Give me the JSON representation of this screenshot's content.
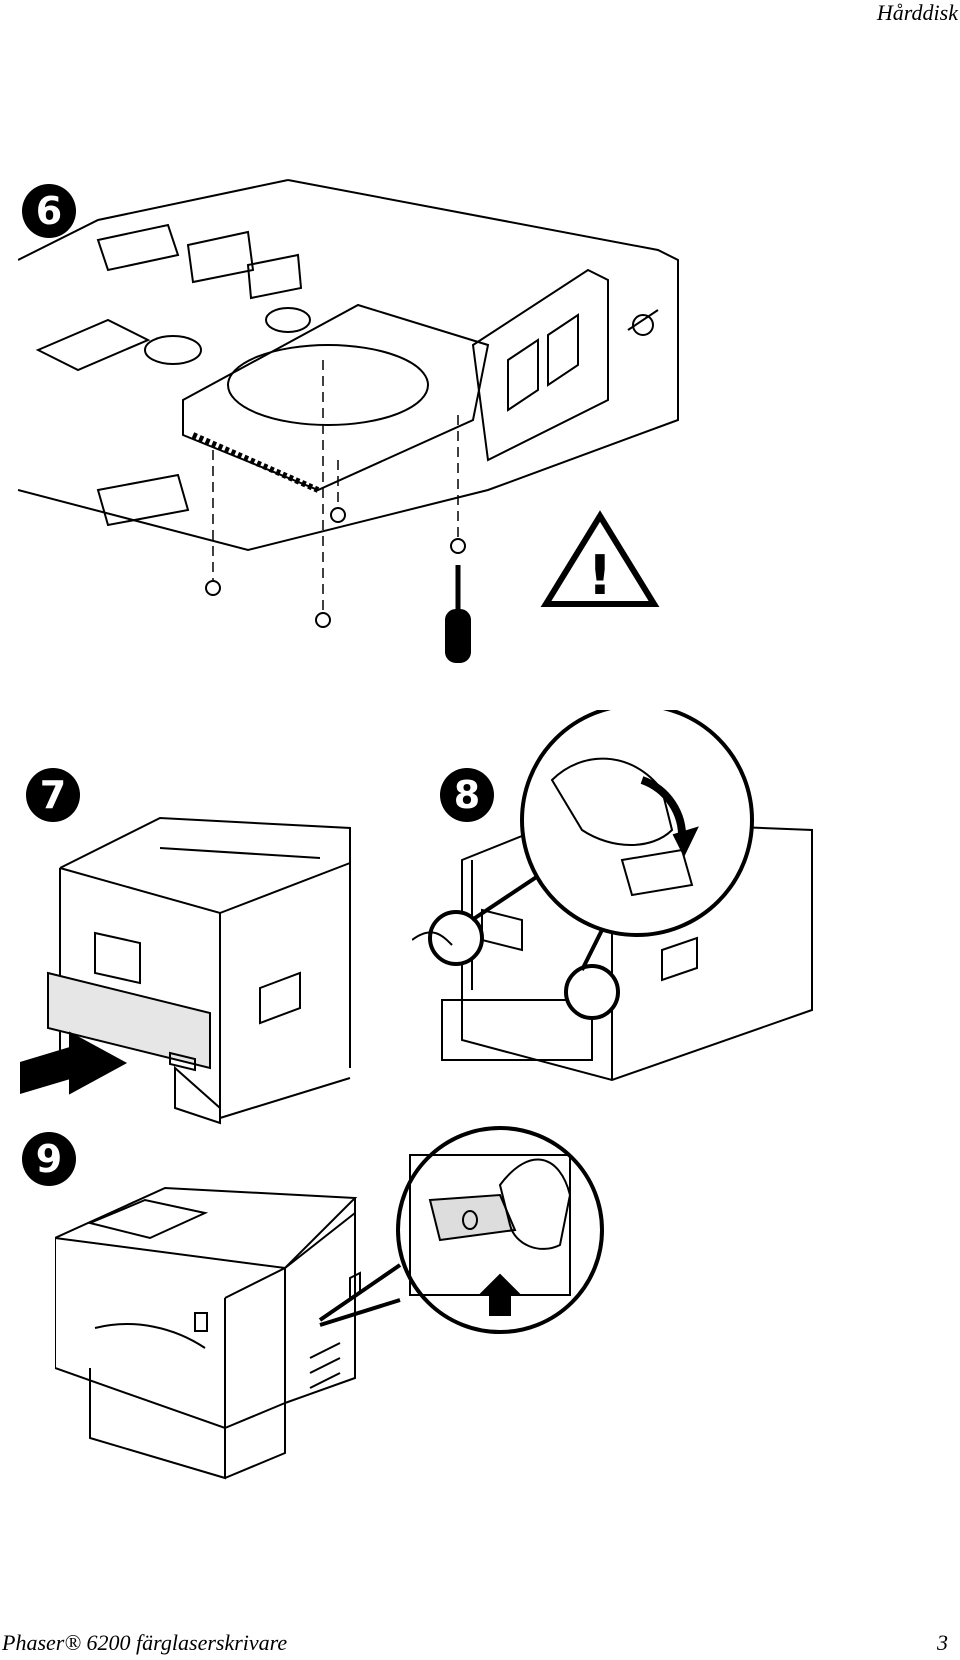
{
  "header": {
    "section_title": "Hårddisk"
  },
  "steps": [
    {
      "number": "6"
    },
    {
      "number": "7"
    },
    {
      "number": "8"
    },
    {
      "number": "9"
    }
  ],
  "warning": {
    "symbol": "!"
  },
  "footer": {
    "product": "Phaser® 6200 färglaserskrivare",
    "page_number": "3"
  }
}
